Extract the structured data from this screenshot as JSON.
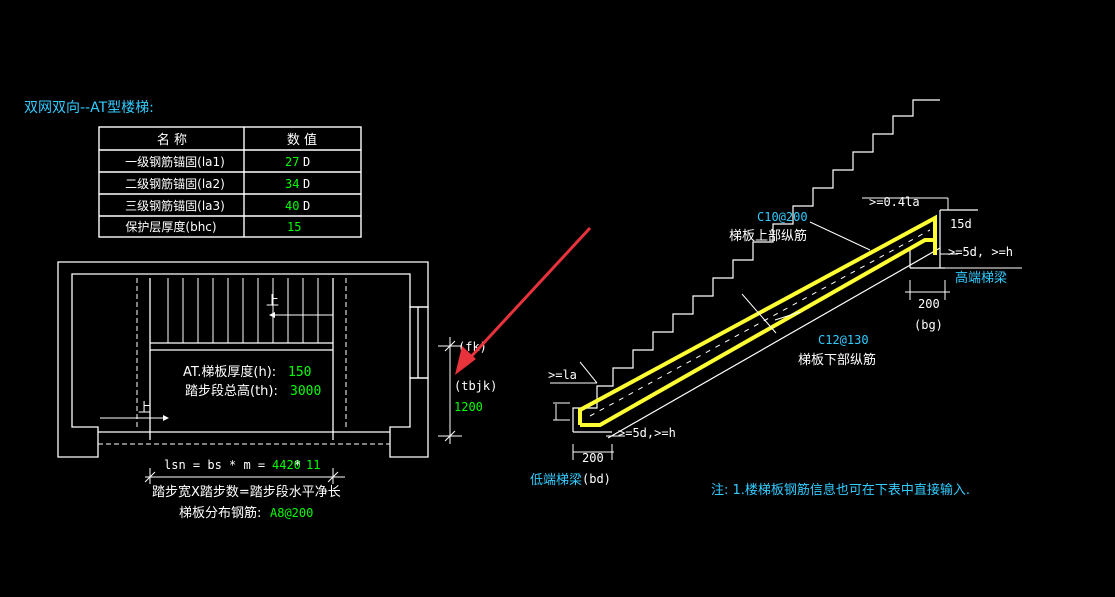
{
  "title": "双网双向--AT型楼梯:",
  "table": {
    "col_name": "名  称",
    "col_value": "数  值",
    "rows": [
      {
        "name": "一级钢筋锚固(la1)",
        "value": "27",
        "unit": "D"
      },
      {
        "name": "二级钢筋锚固(la2)",
        "value": "34",
        "unit": "D"
      },
      {
        "name": "三级钢筋锚固(la3)",
        "value": "40",
        "unit": "D"
      },
      {
        "name": "保护层厚度(bhc)",
        "value": "15",
        "unit": ""
      }
    ]
  },
  "plan": {
    "up1": "上",
    "up2": "上",
    "thickness_label": "AT.梯板厚度(h):",
    "thickness_value": "150",
    "height_label": "踏步段总高(th):",
    "height_value": "3000",
    "fk": "(fk)",
    "tbjk": "(tbjk)",
    "width_value": "1200",
    "lsn_label": "lsn = bs * m = ",
    "lsn_bs": "4420",
    "lsn_star": "* ",
    "lsn_m": "11",
    "lsn_note": "踏步宽X踏步数=踏步段水平净长",
    "dist_label": "梯板分布钢筋:",
    "dist_value": "A8@200"
  },
  "section": {
    "top_rebar_code": "C10@200",
    "top_rebar_label": "梯板上部纵筋",
    "bottom_rebar_code": "C12@130",
    "bottom_rebar_label": "梯板下部纵筋",
    "top_anchor": ">=0.4la",
    "hook": "15d",
    "high_anchor": ">=5d, >=h",
    "high_beam": "高端梯梁",
    "high_beam_width": "200",
    "bg": "(bg)",
    "low_la": ">=la",
    "low_anchor": ">=5d,>=h",
    "low_beam_width": "200",
    "low_beam": "低端梯梁",
    "bd": "(bd)"
  },
  "note": "注: 1.楼梯板钢筋信息也可在下表中直接输入.",
  "colors": {
    "background": "#000000",
    "line": "#ffffff",
    "cyan": "#33ccff",
    "green": "#00ff00",
    "yellow": "#ffff33",
    "arrow": "#e8323c"
  }
}
